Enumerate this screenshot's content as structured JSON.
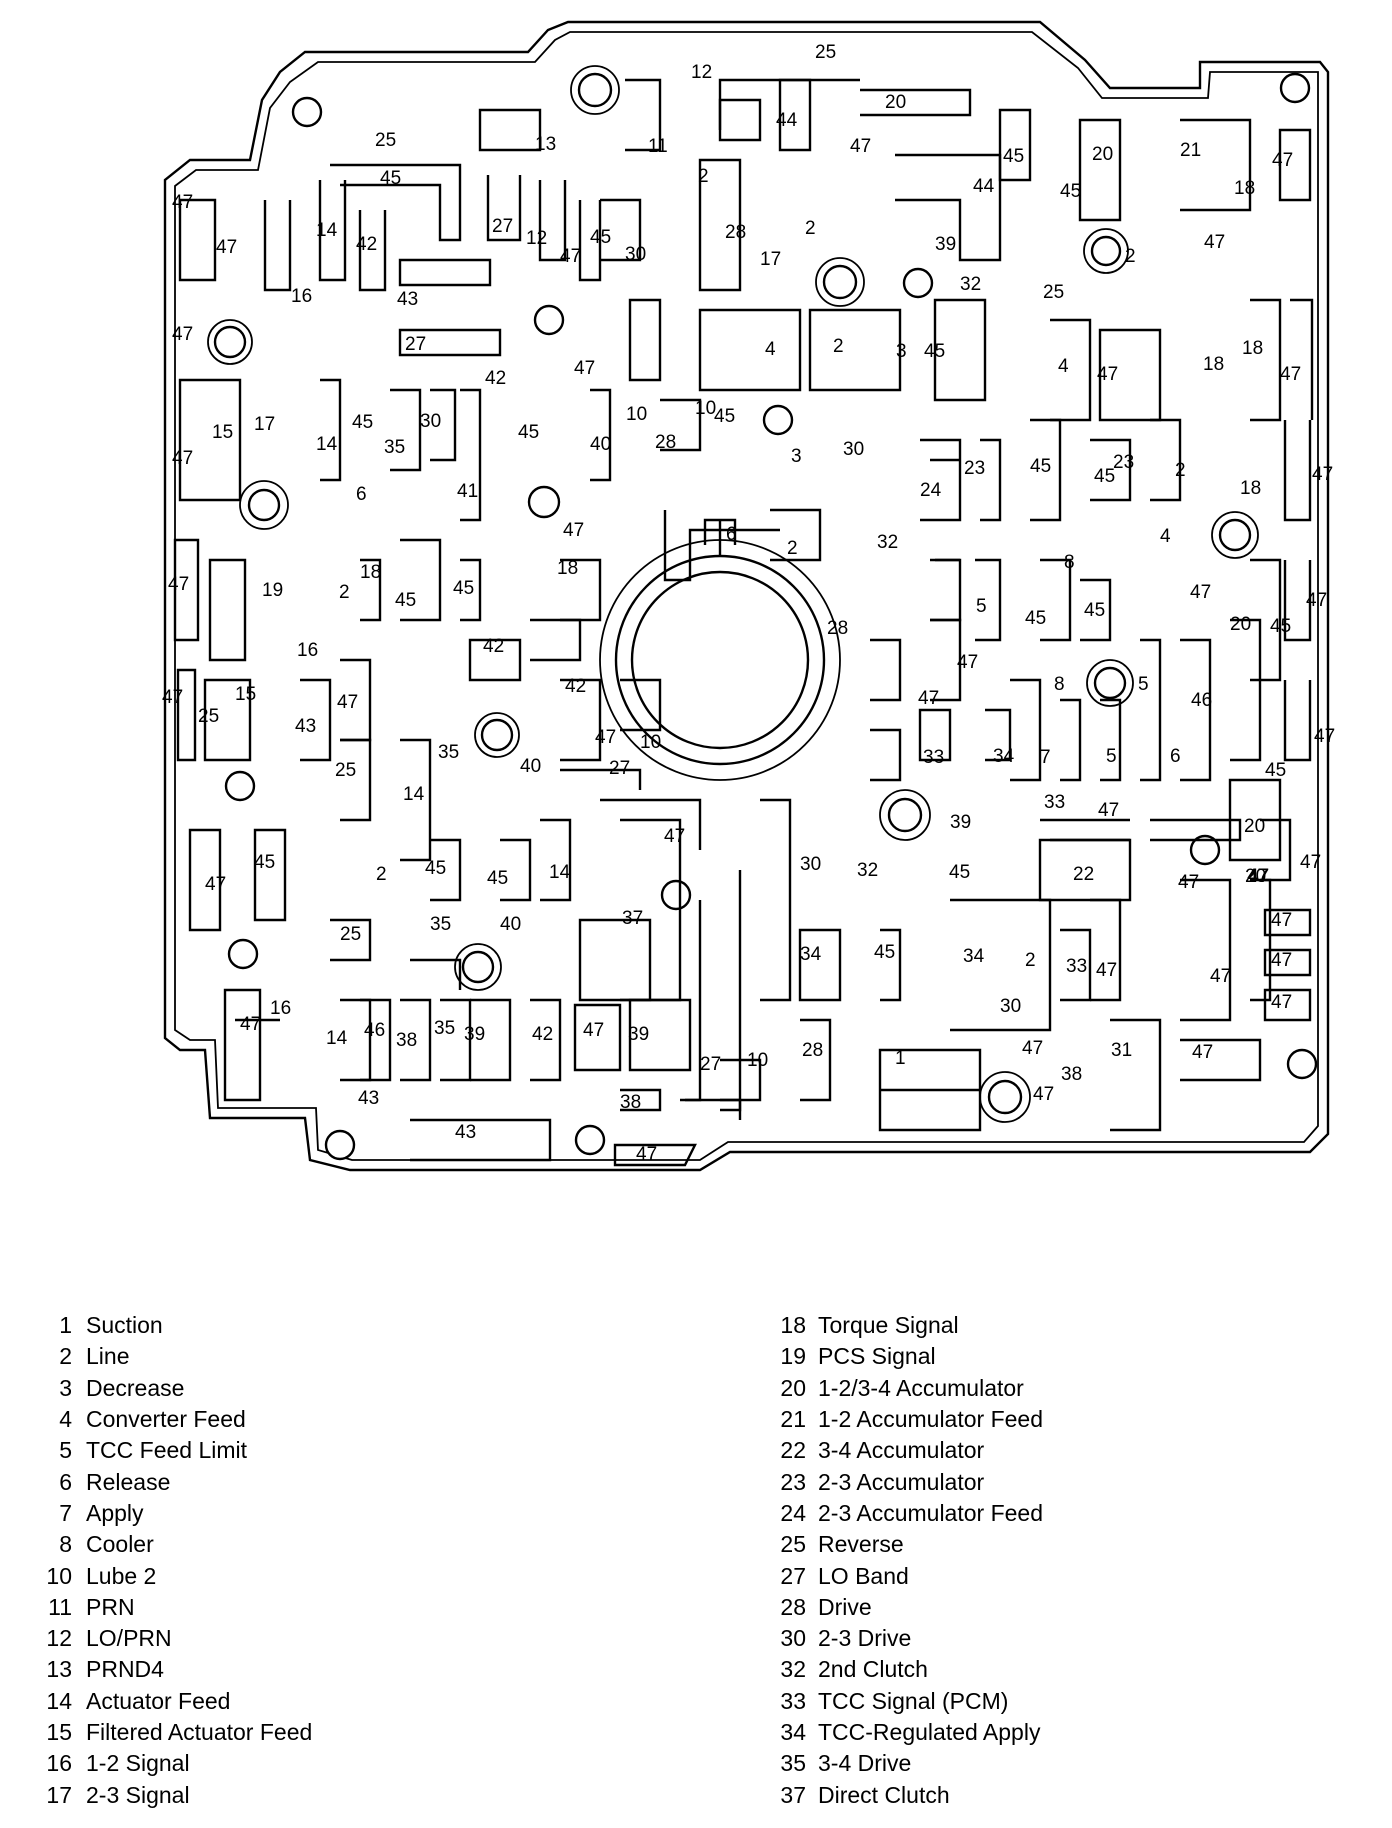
{
  "legend": {
    "left": [
      {
        "num": "1",
        "name": "Suction"
      },
      {
        "num": "2",
        "name": "Line"
      },
      {
        "num": "3",
        "name": "Decrease"
      },
      {
        "num": "4",
        "name": "Converter Feed"
      },
      {
        "num": "5",
        "name": "TCC Feed Limit"
      },
      {
        "num": "6",
        "name": "Release"
      },
      {
        "num": "7",
        "name": "Apply"
      },
      {
        "num": "8",
        "name": "Cooler"
      },
      {
        "num": "10",
        "name": "Lube 2"
      },
      {
        "num": "11",
        "name": "PRN"
      },
      {
        "num": "12",
        "name": "LO/PRN"
      },
      {
        "num": "13",
        "name": "PRND4"
      },
      {
        "num": "14",
        "name": "Actuator Feed"
      },
      {
        "num": "15",
        "name": "Filtered Actuator Feed"
      },
      {
        "num": "16",
        "name": "1-2 Signal"
      },
      {
        "num": "17",
        "name": "2-3 Signal"
      }
    ],
    "right": [
      {
        "num": "18",
        "name": "Torque Signal"
      },
      {
        "num": "19",
        "name": "PCS Signal"
      },
      {
        "num": "20",
        "name": "1-2/3-4 Accumulator"
      },
      {
        "num": "21",
        "name": "1-2 Accumulator Feed"
      },
      {
        "num": "22",
        "name": "3-4 Accumulator"
      },
      {
        "num": "23",
        "name": "2-3 Accumulator"
      },
      {
        "num": "24",
        "name": "2-3 Accumulator Feed"
      },
      {
        "num": "25",
        "name": "Reverse"
      },
      {
        "num": "27",
        "name": "LO Band"
      },
      {
        "num": "28",
        "name": "Drive"
      },
      {
        "num": "30",
        "name": "2-3 Drive"
      },
      {
        "num": "32",
        "name": "2nd Clutch"
      },
      {
        "num": "33",
        "name": "TCC Signal (PCM)"
      },
      {
        "num": "34",
        "name": "TCC-Regulated Apply"
      },
      {
        "num": "35",
        "name": "3-4 Drive"
      },
      {
        "num": "37",
        "name": "Direct Clutch"
      }
    ]
  },
  "passage_labels": [
    "25",
    "12",
    "20",
    "44",
    "13",
    "47",
    "25",
    "45",
    "11",
    "45",
    "2",
    "21",
    "47",
    "45",
    "18",
    "44",
    "20",
    "47",
    "47",
    "14",
    "42",
    "27",
    "12",
    "47",
    "45",
    "30",
    "28",
    "17",
    "2",
    "39",
    "47",
    "43",
    "16",
    "47",
    "2",
    "32",
    "25",
    "27",
    "47",
    "15",
    "17",
    "42",
    "10",
    "4",
    "2",
    "3",
    "45",
    "4",
    "47",
    "18",
    "47",
    "45",
    "30",
    "14",
    "35",
    "45",
    "40",
    "10",
    "28",
    "3",
    "30",
    "18",
    "45",
    "23",
    "47",
    "6",
    "41",
    "24",
    "23",
    "45",
    "2",
    "47",
    "19",
    "2",
    "18",
    "45",
    "47",
    "18",
    "6",
    "2",
    "32",
    "4",
    "8",
    "45",
    "45",
    "47",
    "16",
    "42",
    "28",
    "5",
    "47",
    "45",
    "20",
    "45",
    "47",
    "25",
    "15",
    "43",
    "47",
    "42",
    "47",
    "10",
    "47",
    "8",
    "5",
    "46",
    "25",
    "35",
    "40",
    "27",
    "33",
    "34",
    "7",
    "5",
    "6",
    "45",
    "47",
    "14",
    "47",
    "39",
    "33",
    "47",
    "45",
    "2",
    "45",
    "45",
    "14",
    "30",
    "32",
    "45",
    "22",
    "20",
    "47",
    "25",
    "35",
    "40",
    "37",
    "47",
    "47",
    "47",
    "47",
    "34",
    "45",
    "34",
    "2",
    "33",
    "47",
    "47",
    "47",
    "47",
    "16",
    "14",
    "46",
    "38",
    "35",
    "39",
    "42",
    "47",
    "39",
    "27",
    "10",
    "28",
    "1",
    "30",
    "47",
    "31",
    "47",
    "43",
    "38",
    "47",
    "38",
    "43",
    "47"
  ]
}
